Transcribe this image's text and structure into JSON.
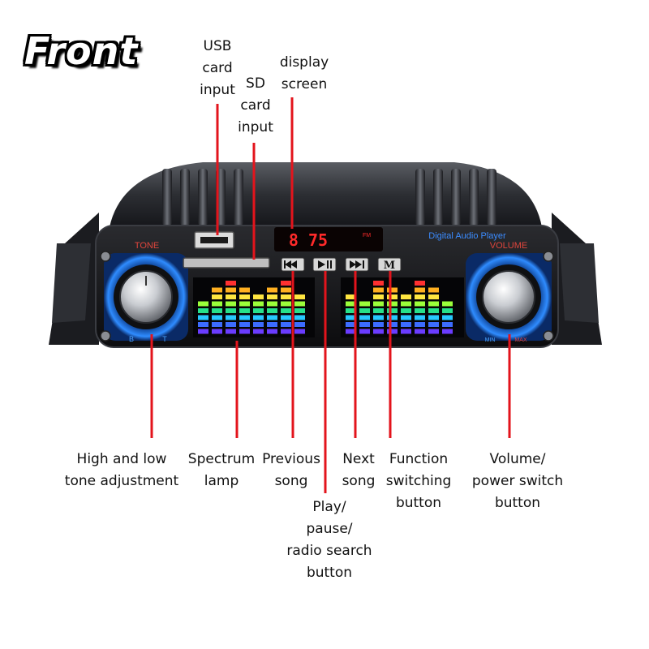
{
  "title": "Front",
  "device": {
    "brand_label": "Digital Audio Player",
    "tone_label": "TONE",
    "volume_label": "VOLUME",
    "tone_scale": [
      "B",
      "T"
    ],
    "volume_scale": [
      "MIN",
      "MAX"
    ],
    "display_readout": "8 75",
    "display_suffix": "FM",
    "buttons": [
      "previous",
      "play-pause",
      "next",
      "mode"
    ],
    "mode_button_glyph": "M"
  },
  "callouts": {
    "usb": "USB\ncard\ninput",
    "sd": "SD\ncard\ninput",
    "display": "display\nscreen",
    "tone": "High and low\ntone adjustment",
    "spectrum": "Spectrum\nlamp",
    "previous": "Previous\nsong",
    "play": "Play/\npause/\nradio search\nbutton",
    "next": "Next\nsong",
    "function": "Function\nswitching\nbutton",
    "volume": "Volume/\npower switch\nbutton"
  },
  "colors": {
    "callout_line": "#e3141c",
    "accent_blue": "#1e6fd9",
    "panel": "#121214"
  }
}
